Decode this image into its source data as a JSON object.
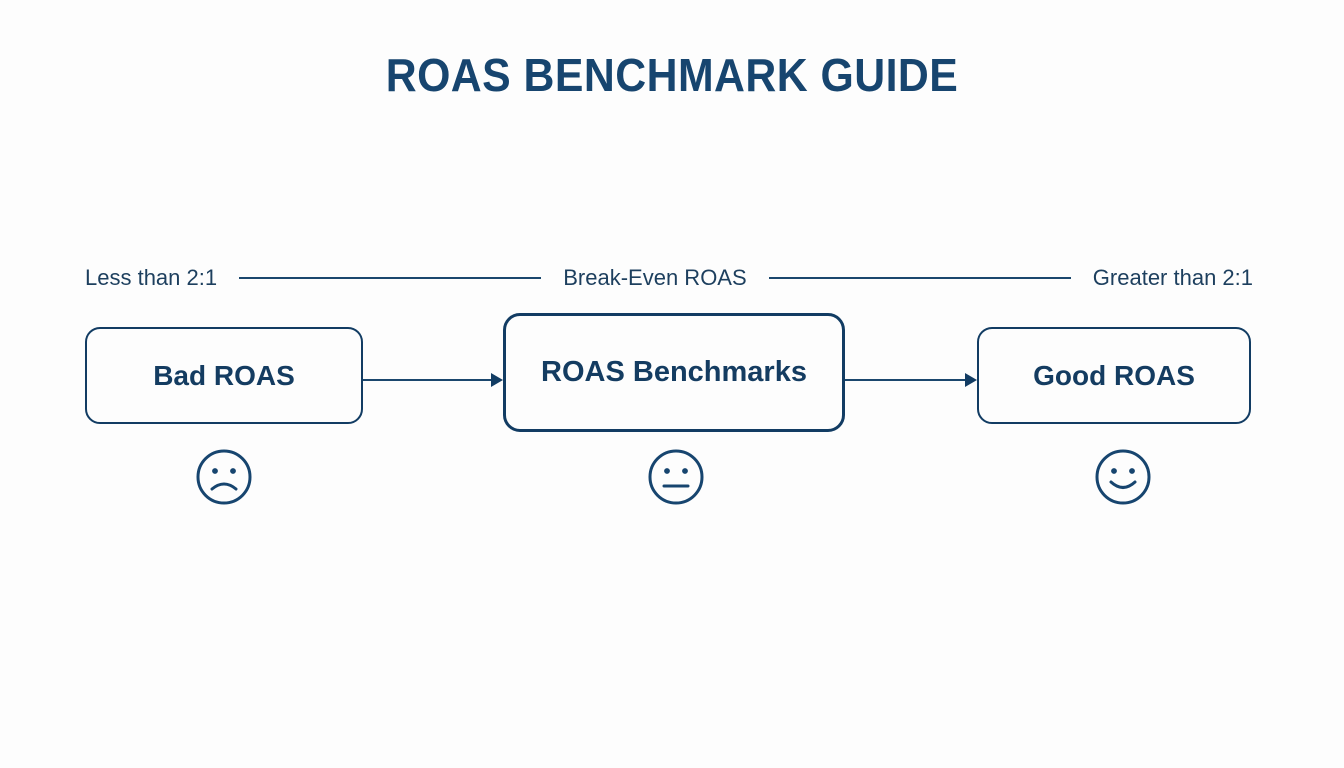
{
  "title": "ROAS BENCHMARK GUIDE",
  "theme": {
    "background": "#fdfdfd",
    "navy": "#17456f",
    "border_navy": "#123c63",
    "label_navy": "#1d3f5e",
    "line_navy": "#1b476d"
  },
  "labels": {
    "left": "Less than 2:1",
    "center": "Break-Even ROAS",
    "right": "Greater than 2:1"
  },
  "nodes": [
    {
      "id": "bad",
      "label": "Bad ROAS",
      "face": "sad-face-icon"
    },
    {
      "id": "mid",
      "label": "ROAS Benchmarks",
      "face": "neutral-face-icon"
    },
    {
      "id": "good",
      "label": "Good ROAS",
      "face": "happy-face-icon"
    }
  ],
  "diagram": {
    "type": "flow",
    "direction": "left-to-right",
    "arrows": [
      {
        "from": "bad",
        "to": "mid"
      },
      {
        "from": "mid",
        "to": "good"
      }
    ]
  }
}
